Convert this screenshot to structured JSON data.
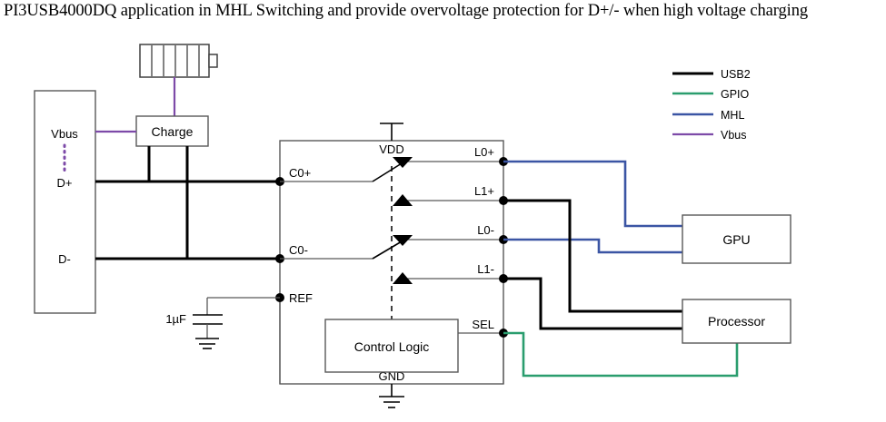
{
  "title": "PI3USB4000DQ application in MHL Switching and provide overvoltage protection for D+/- when high voltage charging",
  "legend": {
    "items": [
      {
        "label": "USB2",
        "color": "#000000",
        "name": "legend-usb2"
      },
      {
        "label": "GPIO",
        "color": "#2a9d6e",
        "name": "legend-gpio"
      },
      {
        "label": "MHL",
        "color": "#3b55a4",
        "name": "legend-mhl"
      },
      {
        "label": "Vbus",
        "color": "#7d4aa8",
        "name": "legend-vbus"
      }
    ]
  },
  "connector": {
    "pins": [
      "Vbus",
      "D+",
      "D-"
    ]
  },
  "blocks": {
    "charge": "Charge",
    "control_logic": "Control Logic",
    "gpu": "GPU",
    "processor": "Processor"
  },
  "ic": {
    "left_pins": [
      "C0+",
      "C0-",
      "REF"
    ],
    "right_pins": [
      "L0+",
      "L1+",
      "L0-",
      "L1-",
      "SEL"
    ],
    "power_pin": "VDD",
    "ground_pin": "GND"
  },
  "components": {
    "capacitor_value": "1µF"
  },
  "icons": {
    "battery": "battery-icon",
    "ground": "ground-icon",
    "supply": "supply-rail-icon"
  }
}
